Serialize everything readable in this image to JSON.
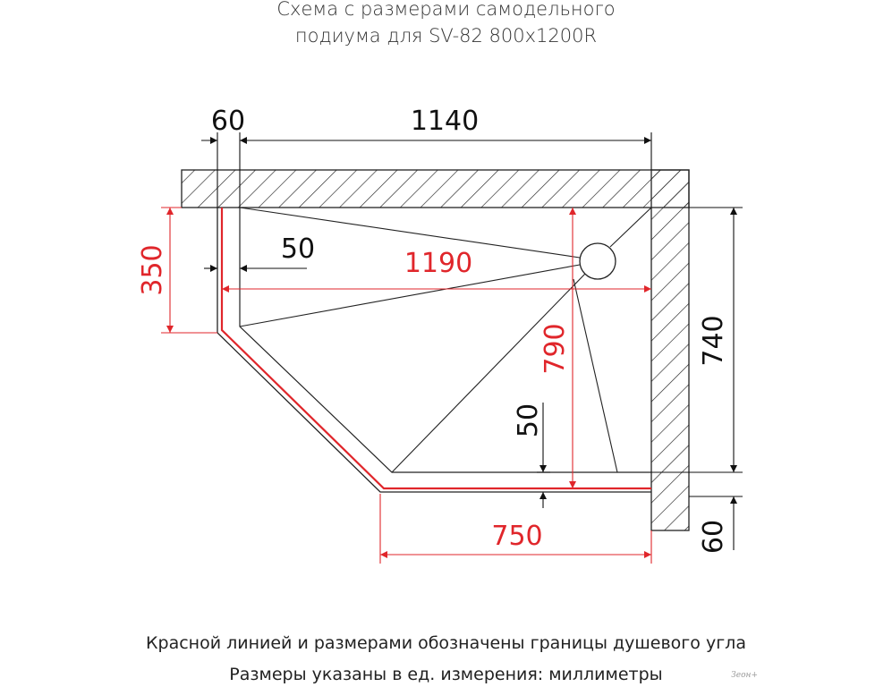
{
  "title": {
    "line1": "Схема с размерами самодельного",
    "line2": "подиума для SV-82 800x1200R"
  },
  "dimensions": {
    "top_left": "60",
    "top_width": "1140",
    "side_inset": "50",
    "red_height": "350",
    "red_width": "1190",
    "red_depth": "790",
    "bottom_inset": "50",
    "right_height": "740",
    "bottom_right": "60",
    "red_bottom": "750"
  },
  "notes": {
    "line1": "Красной линией и размерами обозначены границы душевого угла",
    "line2": "Размеры указаны в ед. измерения: миллиметры"
  },
  "watermark": "Зеон+",
  "colors": {
    "red": "#e0262b",
    "line": "#111111"
  }
}
